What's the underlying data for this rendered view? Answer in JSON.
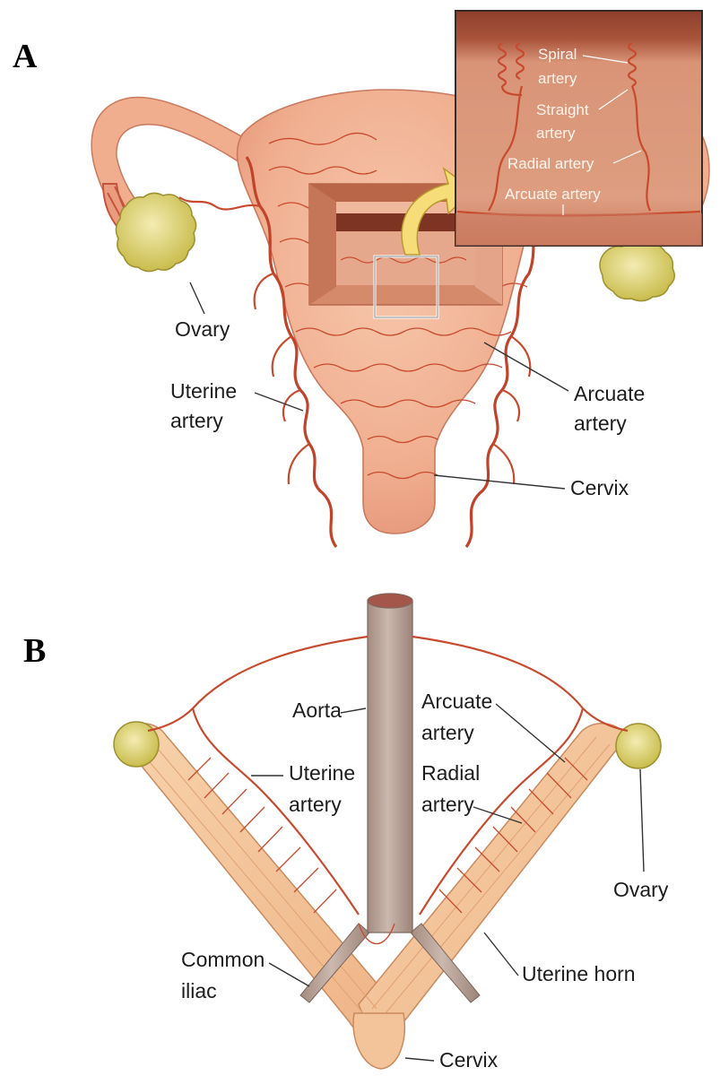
{
  "panel_a": {
    "letter": "A",
    "labels": {
      "ovary": "Ovary",
      "uterine_artery_1": "Uterine",
      "uterine_artery_2": "artery",
      "arcuate_artery_1": "Arcuate",
      "arcuate_artery_2": "artery",
      "cervix": "Cervix"
    },
    "inset": {
      "spiral_1": "Spiral",
      "spiral_2": "artery",
      "straight_1": "Straight",
      "straight_2": "artery",
      "radial": "Radial artery",
      "arcuate": "Arcuate artery"
    }
  },
  "panel_b": {
    "letter": "B",
    "labels": {
      "aorta": "Aorta",
      "arcuate_1": "Arcuate",
      "arcuate_2": "artery",
      "uterine_1": "Uterine",
      "uterine_2": "artery",
      "radial_1": "Radial",
      "radial_2": "artery",
      "ovary": "Ovary",
      "common_1": "Common",
      "common_2": "iliac",
      "uterine_horn": "Uterine horn",
      "cervix": "Cervix"
    }
  },
  "colors": {
    "tissue": "#f2b79a",
    "tissue_dark": "#e59a7a",
    "artery": "#c84a2e",
    "ovary": "#d9cf6a",
    "aorta": "#b9a49a",
    "horn": "#f6c99e",
    "inset_bg": "#d98e6e"
  }
}
